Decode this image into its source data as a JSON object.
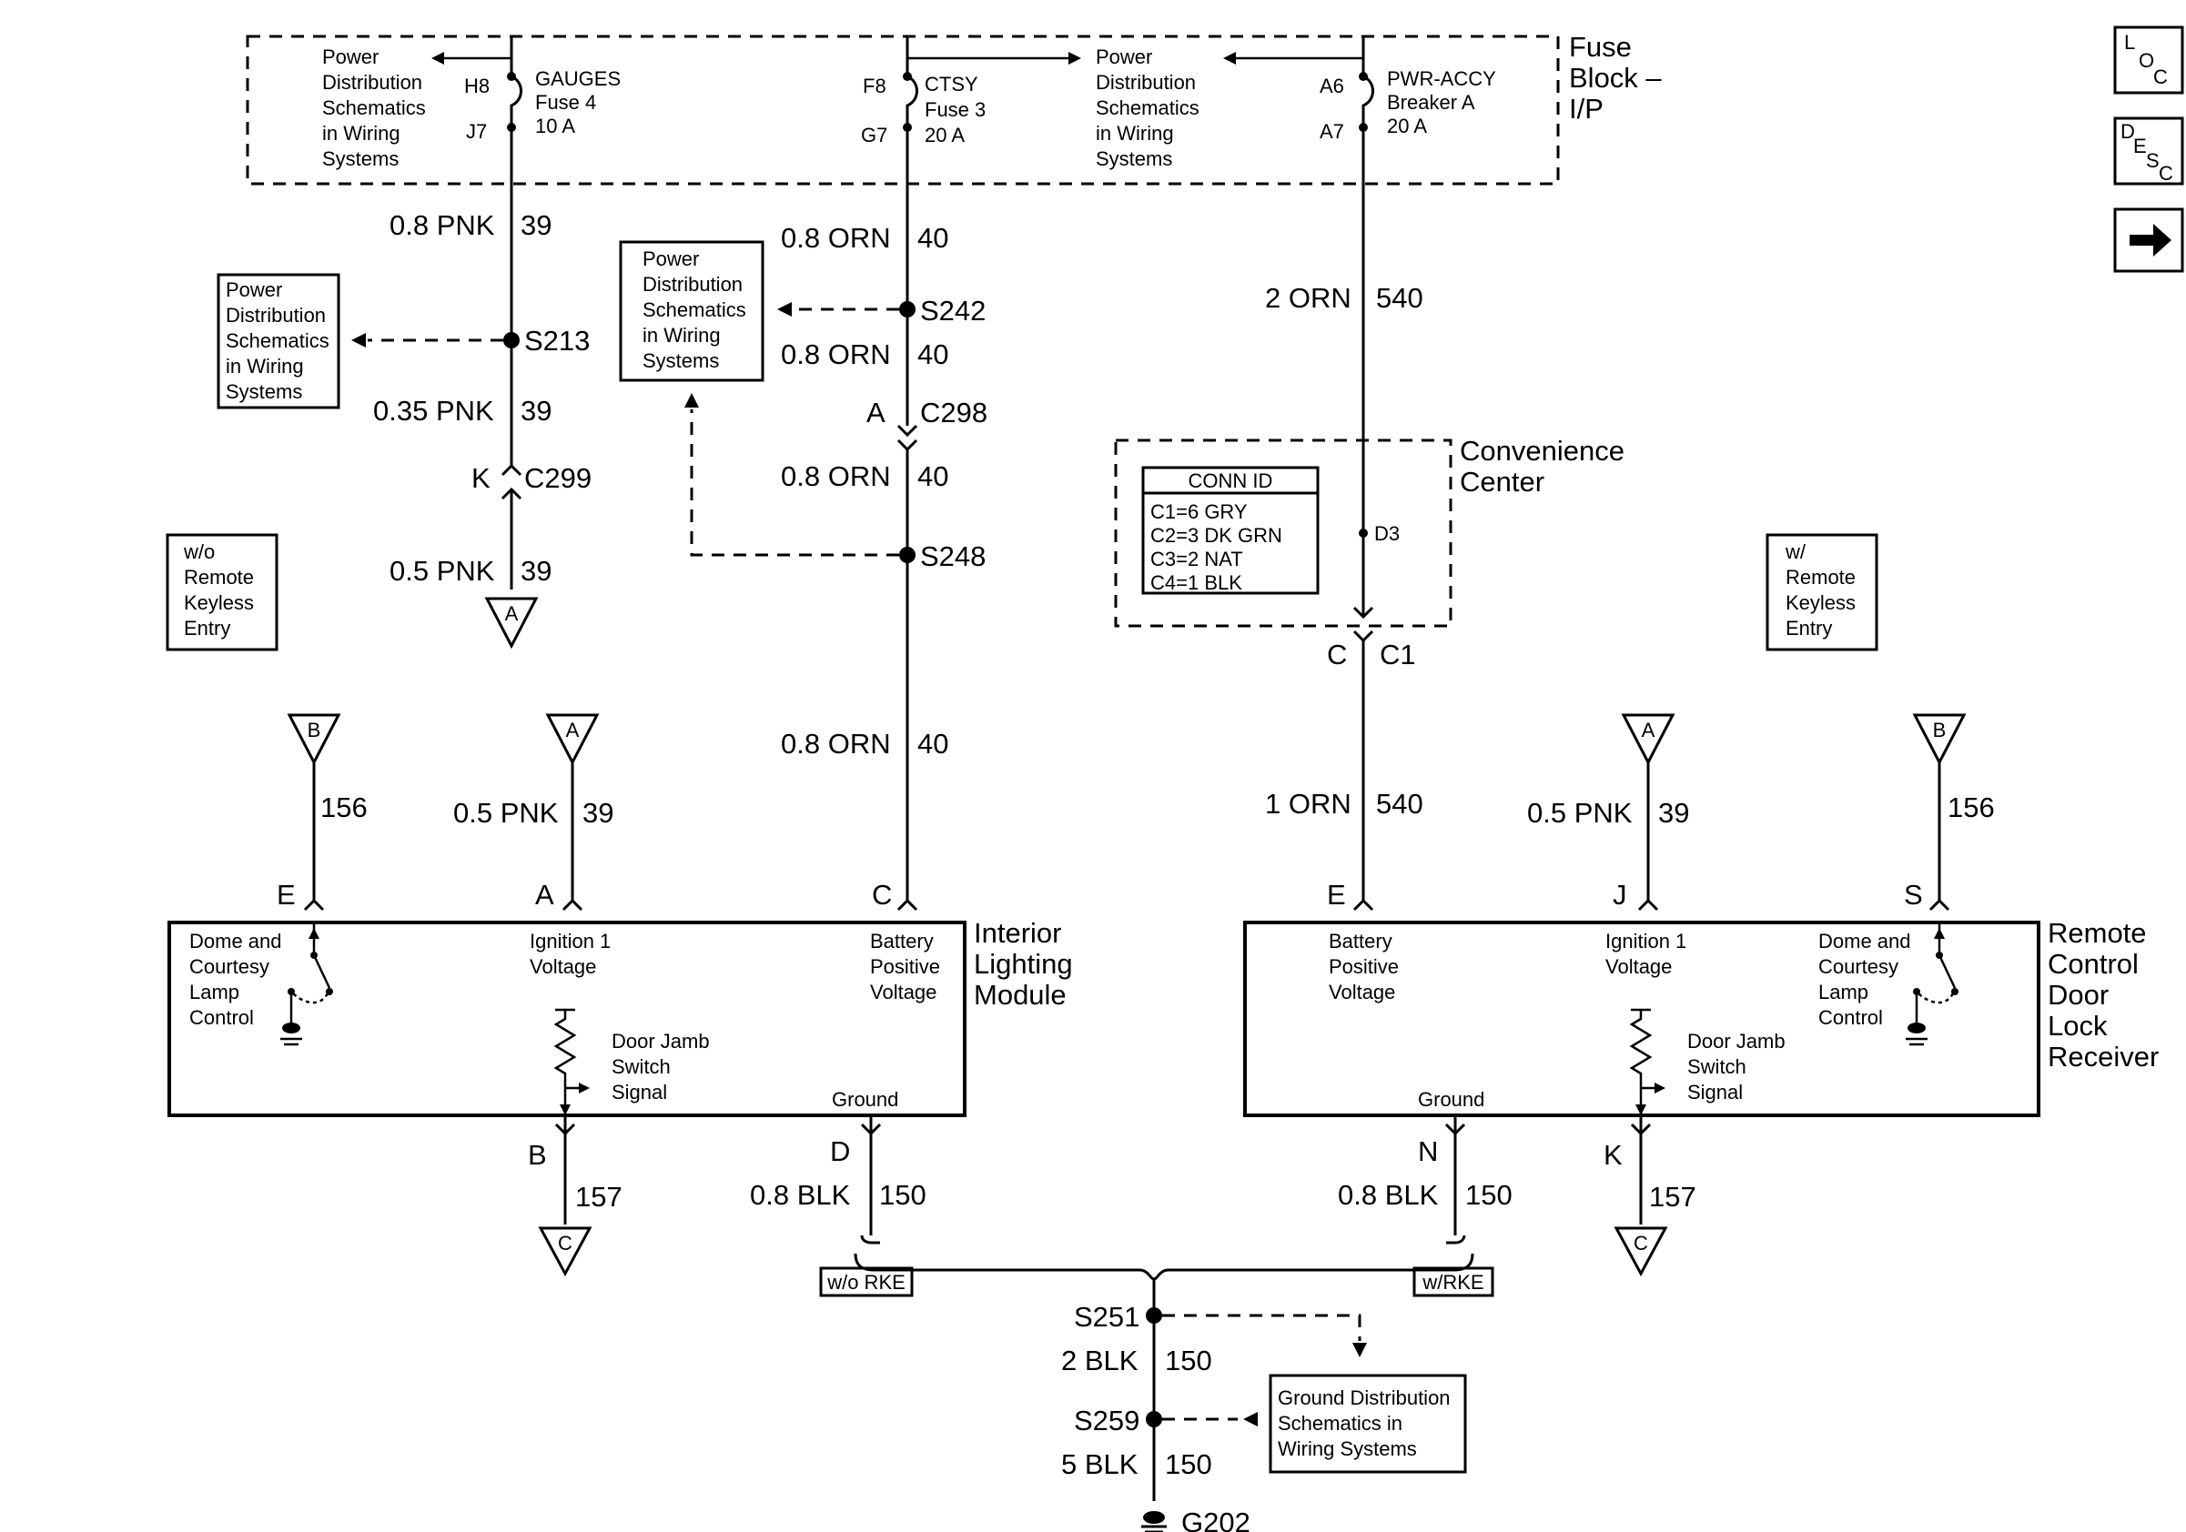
{
  "fuse_block": {
    "title_lines": [
      "Fuse",
      "Block –",
      "I/P"
    ],
    "pd_ref_lines": [
      "Power",
      "Distribution",
      "Schematics",
      "in Wiring",
      "Systems"
    ],
    "gauges": {
      "name": "GAUGES",
      "fuse": "Fuse 4",
      "amp": "10 A",
      "pin_in": "H8",
      "pin_out": "J7"
    },
    "ctsy": {
      "name": "CTSY",
      "fuse": "Fuse 3",
      "amp": "20 A",
      "pin_in": "F8",
      "pin_out": "G7"
    },
    "pwr_accy": {
      "name": "PWR-ACCY",
      "fuse": "Breaker A",
      "amp": "20 A",
      "pin_in": "A6",
      "pin_out": "A7"
    }
  },
  "refs": {
    "power_distribution_lines": [
      "Power",
      "Distribution",
      "Schematics",
      "in Wiring",
      "Systems"
    ],
    "ground_distribution_lines": [
      "Ground Distribution",
      "Schematics in",
      "Wiring Systems"
    ]
  },
  "option_boxes": {
    "without_rke_lines": [
      "w/o",
      "Remote",
      "Keyless",
      "Entry"
    ],
    "with_rke_lines": [
      "w/",
      "Remote",
      "Keyless",
      "Entry"
    ],
    "wo_rke_tag": "w/o RKE",
    "w_rke_tag": "w/RKE"
  },
  "splices": {
    "s213": "S213",
    "s242": "S242",
    "s248": "S248",
    "s251": "S251",
    "s259": "S259"
  },
  "connectors": {
    "c299": "C299",
    "c299_pin": "K",
    "c298": "C298",
    "c298_pin": "A",
    "c1": "C1",
    "c1_pin": "C",
    "d3": "D3"
  },
  "ground_point": "G202",
  "convenience_center": {
    "title_lines": [
      "Convenience",
      "Center"
    ],
    "conn_id_header": "CONN ID",
    "conn_id_rows": [
      "C1=6 GRY",
      "C2=3 DK GRN",
      "C3=2 NAT",
      "C4=1 BLK"
    ]
  },
  "wires": {
    "w39a": {
      "gauge": "0.8 PNK",
      "circuit": "39"
    },
    "w39b": {
      "gauge": "0.35 PNK",
      "circuit": "39"
    },
    "w39c": {
      "gauge": "0.5 PNK",
      "circuit": "39"
    },
    "w39d": {
      "gauge": "0.5 PNK",
      "circuit": "39"
    },
    "w39e": {
      "gauge": "0.5 PNK",
      "circuit": "39"
    },
    "w40a": {
      "gauge": "0.8 ORN",
      "circuit": "40"
    },
    "w40b": {
      "gauge": "0.8 ORN",
      "circuit": "40"
    },
    "w40c": {
      "gauge": "0.8 ORN",
      "circuit": "40"
    },
    "w40d": {
      "gauge": "0.8 ORN",
      "circuit": "40"
    },
    "w540a": {
      "gauge": "2 ORN",
      "circuit": "540"
    },
    "w540b": {
      "gauge": "1 ORN",
      "circuit": "540"
    },
    "w156a": {
      "circuit": "156"
    },
    "w156b": {
      "circuit": "156"
    },
    "w157a": {
      "circuit": "157"
    },
    "w157b": {
      "circuit": "157"
    },
    "w150a": {
      "gauge": "0.8 BLK",
      "circuit": "150"
    },
    "w150b": {
      "gauge": "0.8 BLK",
      "circuit": "150"
    },
    "w150c": {
      "gauge": "2 BLK",
      "circuit": "150"
    },
    "w150d": {
      "gauge": "5 BLK",
      "circuit": "150"
    }
  },
  "offpage": {
    "a": "A",
    "b": "B",
    "c": "C"
  },
  "ilm": {
    "title_lines": [
      "Interior",
      "Lighting",
      "Module"
    ],
    "pins": {
      "dome": "E",
      "ign": "A",
      "batt": "C",
      "jamb": "B",
      "ground": "D"
    },
    "dome_lines": [
      "Dome and",
      "Courtesy",
      "Lamp",
      "Control"
    ],
    "ign_lines": [
      "Ignition 1",
      "Voltage"
    ],
    "batt_lines": [
      "Battery",
      "Positive",
      "Voltage"
    ],
    "jamb_lines": [
      "Door Jamb",
      "Switch",
      "Signal"
    ],
    "ground_label": "Ground"
  },
  "rcdlr": {
    "title_lines": [
      "Remote",
      "Control",
      "Door",
      "Lock",
      "Receiver"
    ],
    "pins": {
      "batt": "E",
      "ign": "J",
      "dome": "S",
      "ground": "N",
      "jamb": "K"
    },
    "batt_lines": [
      "Battery",
      "Positive",
      "Voltage"
    ],
    "ign_lines": [
      "Ignition 1",
      "Voltage"
    ],
    "dome_lines": [
      "Dome and",
      "Courtesy",
      "Lamp",
      "Control"
    ],
    "jamb_lines": [
      "Door Jamb",
      "Switch",
      "Signal"
    ],
    "ground_label": "Ground"
  },
  "nav": {
    "loc": [
      "L",
      "O",
      "C"
    ],
    "desc": [
      "D",
      "E",
      "S",
      "C"
    ]
  }
}
